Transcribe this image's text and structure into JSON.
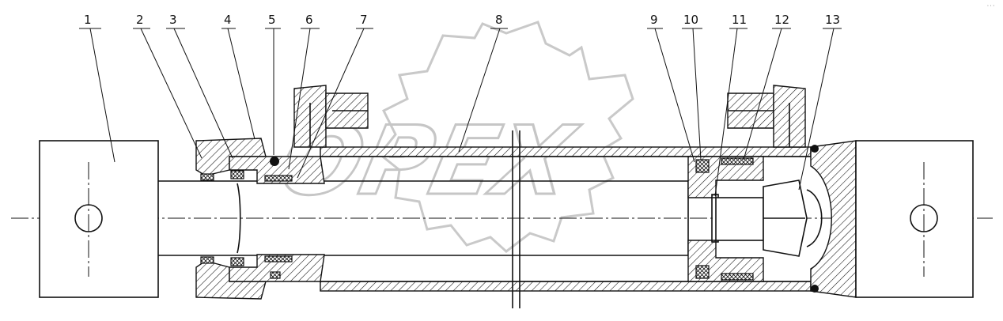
{
  "diagram": {
    "part_labels": [
      "1",
      "2",
      "3",
      "4",
      "5",
      "6",
      "7",
      "8",
      "9",
      "10",
      "11",
      "12",
      "13"
    ]
  },
  "watermark": {
    "text": "OPEX"
  },
  "corner_mark": "···"
}
